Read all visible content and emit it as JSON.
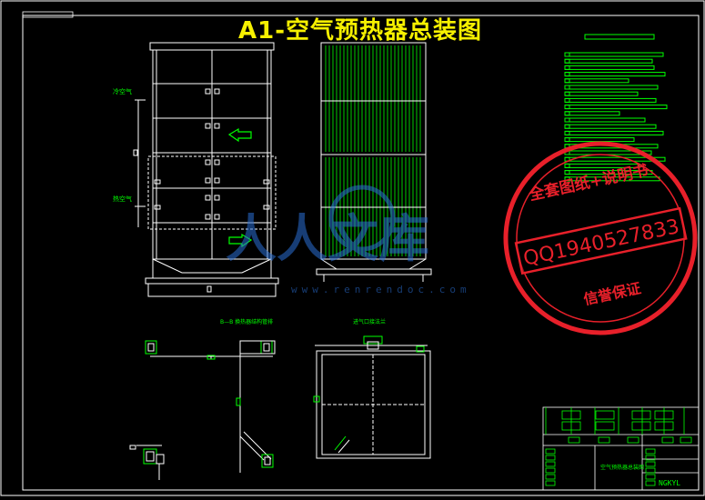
{
  "drawing": {
    "title": "A1-空气预热器总装图",
    "label_cold_air": "冷空气",
    "label_hot_air": "热空气",
    "section_label_b": "B—B 换热器结构管排",
    "section_label_top": "进气口接法兰",
    "title_block_name": "空气预热器总装图",
    "title_block_code": "NGKYL"
  },
  "watermark": {
    "brand": "人人文库",
    "url": "www.renrendoc.com"
  },
  "stamp": {
    "outer_text": "全套图纸+说明书",
    "qq_text": "QQ1940527833",
    "bottom_text": "信誉保证"
  },
  "colors": {
    "background": "#000000",
    "line": "#ffffff",
    "accent_green": "#00ff00",
    "title_yellow": "#f6f000",
    "stamp_red": "#e8202a",
    "watermark_blue": "#2a6fd6"
  }
}
